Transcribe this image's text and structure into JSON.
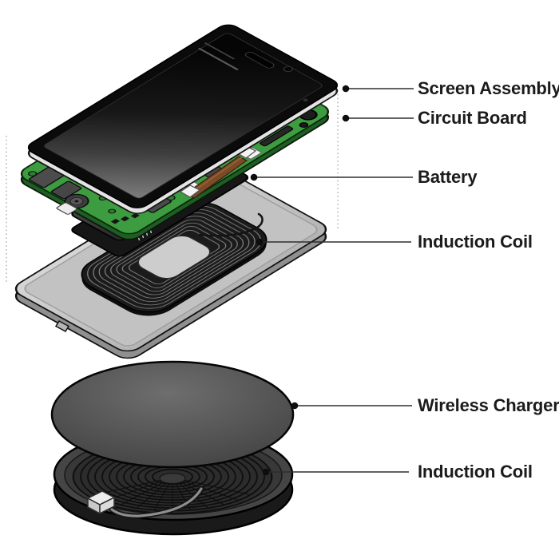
{
  "diagram": {
    "type": "exploded-view",
    "labels": [
      {
        "id": "screen-assembly",
        "text": "Screen Assembly"
      },
      {
        "id": "circuit-board",
        "text": "Circuit Board"
      },
      {
        "id": "battery",
        "text": "Battery"
      },
      {
        "id": "induction-coil-phone",
        "text": "Induction Coil"
      },
      {
        "id": "wireless-charger",
        "text": "Wireless Charger"
      },
      {
        "id": "induction-coil-charger",
        "text": "Induction Coil"
      }
    ],
    "colors": {
      "pcb_green": "#3c9c3f",
      "pcb_edge_green": "#1d5e21",
      "cover_gray": "#c6c6c6",
      "charger_gray": "#4a4a4a",
      "coil_black": "#141414",
      "label_text": "#1b1b1b",
      "leader_line": "#2e2e2e"
    }
  }
}
